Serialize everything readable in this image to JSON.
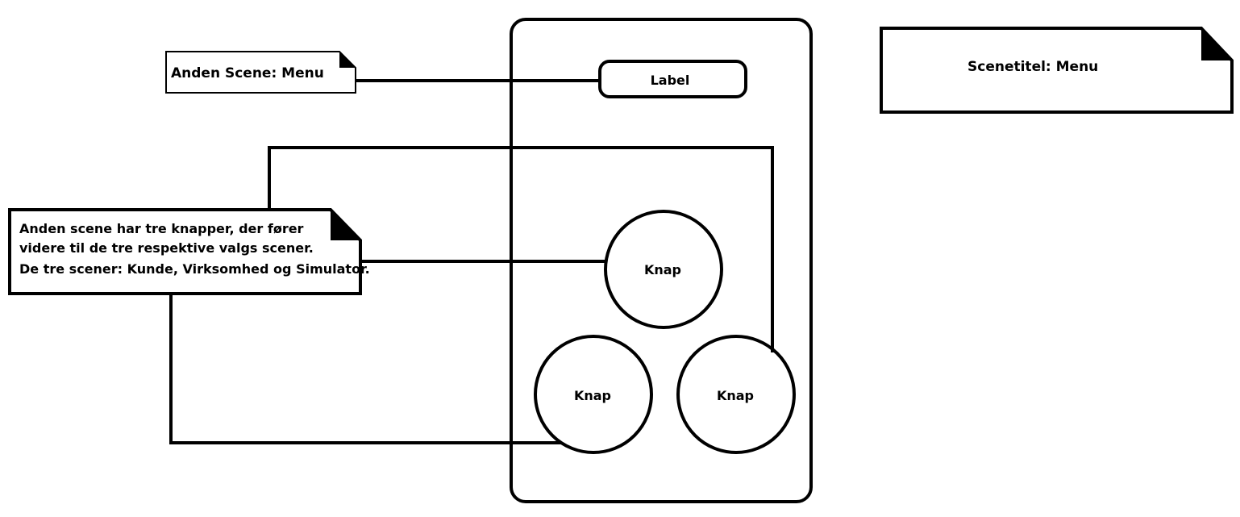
{
  "notes": {
    "second_scene": "Anden Scene: Menu",
    "scene_title": "Scenetitel: Menu",
    "description": [
      "Anden scene har tre knapper, der fører",
      "videre til de tre respektive valgs scener.",
      "De tre scener: Kunde, Virksomhed og Simulator."
    ]
  },
  "phone": {
    "label": "Label",
    "buttons": [
      "Knap",
      "Knap",
      "Knap"
    ]
  }
}
